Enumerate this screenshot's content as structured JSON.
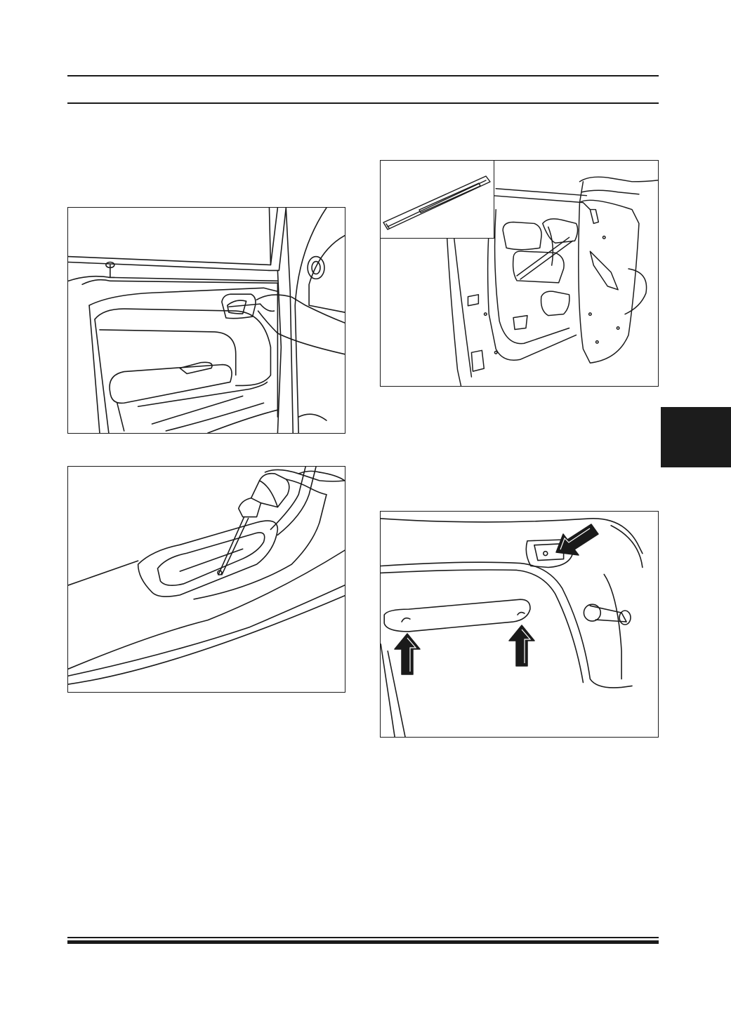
{
  "page": {
    "section_tab_color": "#1c1c1c",
    "rule_color": "#1a1a1a"
  },
  "figures": [
    {
      "id": "fig-door-panel-screw-cover",
      "icon": "door-trim-panel-illustration"
    },
    {
      "id": "fig-screwdriver-armrest",
      "icon": "screwdriver-in-armrest-illustration"
    },
    {
      "id": "fig-panel-removal",
      "icon": "door-panel-removal-illustration",
      "inset_icon": "trim-strip-inset"
    },
    {
      "id": "fig-handle-arrows",
      "icon": "handle-fixing-points-illustration",
      "arrow_icon": "black-arrow"
    }
  ]
}
